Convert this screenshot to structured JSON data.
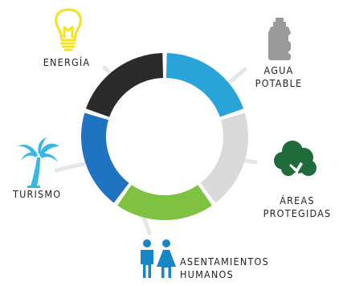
{
  "colors": {
    "energia": "#2b2b2b",
    "agua": "#2aa3d9",
    "areas": "#d9d9d9",
    "asentamientos": "#7fc241",
    "turismo": "#1f73c0",
    "bulb": "#f2e31b",
    "bottle": "#9a9a9a",
    "tree": "#1f6b3a",
    "palm": "#38b6e6",
    "people": "#1786c7",
    "leader": "#e6e6e6"
  },
  "segments": [
    {
      "key": "energia",
      "label_lines": [
        "ENERGÍA"
      ],
      "icon": "lightbulb-icon"
    },
    {
      "key": "agua",
      "label_lines": [
        "AGUA",
        "POTABLE"
      ],
      "icon": "water-bottle-icon"
    },
    {
      "key": "areas",
      "label_lines": [
        "ÁREAS",
        "PROTEGIDAS"
      ],
      "icon": "tree-icon"
    },
    {
      "key": "asentamientos",
      "label_lines": [
        "ASENTAMIENTOS",
        "HUMANOS"
      ],
      "icon": "people-icon"
    },
    {
      "key": "turismo",
      "label_lines": [
        "TURISMO"
      ],
      "icon": "palm-tree-icon"
    }
  ]
}
